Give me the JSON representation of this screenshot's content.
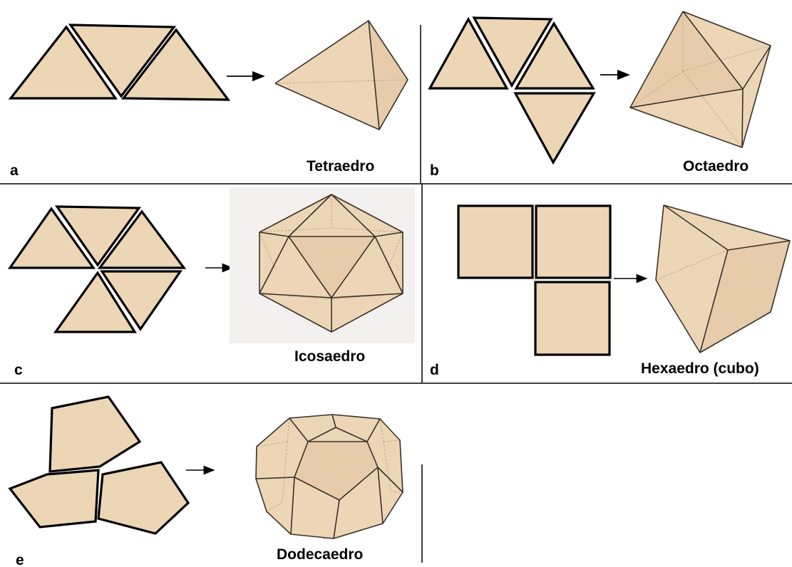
{
  "figure": {
    "colors": {
      "face": "#ecd6b6",
      "face_shadow": "#e3c8a2",
      "edge": "#000000",
      "hidden_edge": "#bfa88a",
      "background": "#ffffff",
      "icosa_backdrop": "#f3f1ef"
    },
    "panels": [
      {
        "letter": "a",
        "name": "Tetraedro",
        "net": "3 triangles",
        "solid": "tetrahedron"
      },
      {
        "letter": "b",
        "name": "Octaedro",
        "net": "4 triangles",
        "solid": "octahedron"
      },
      {
        "letter": "c",
        "name": "Icosaedro",
        "net": "5 triangles",
        "solid": "icosahedron"
      },
      {
        "letter": "d",
        "name": "Hexaedro (cubo)",
        "net": "3 squares",
        "solid": "cube"
      },
      {
        "letter": "e",
        "name": "Dodecaedro",
        "net": "3 pentagons",
        "solid": "dodecahedron"
      }
    ]
  }
}
